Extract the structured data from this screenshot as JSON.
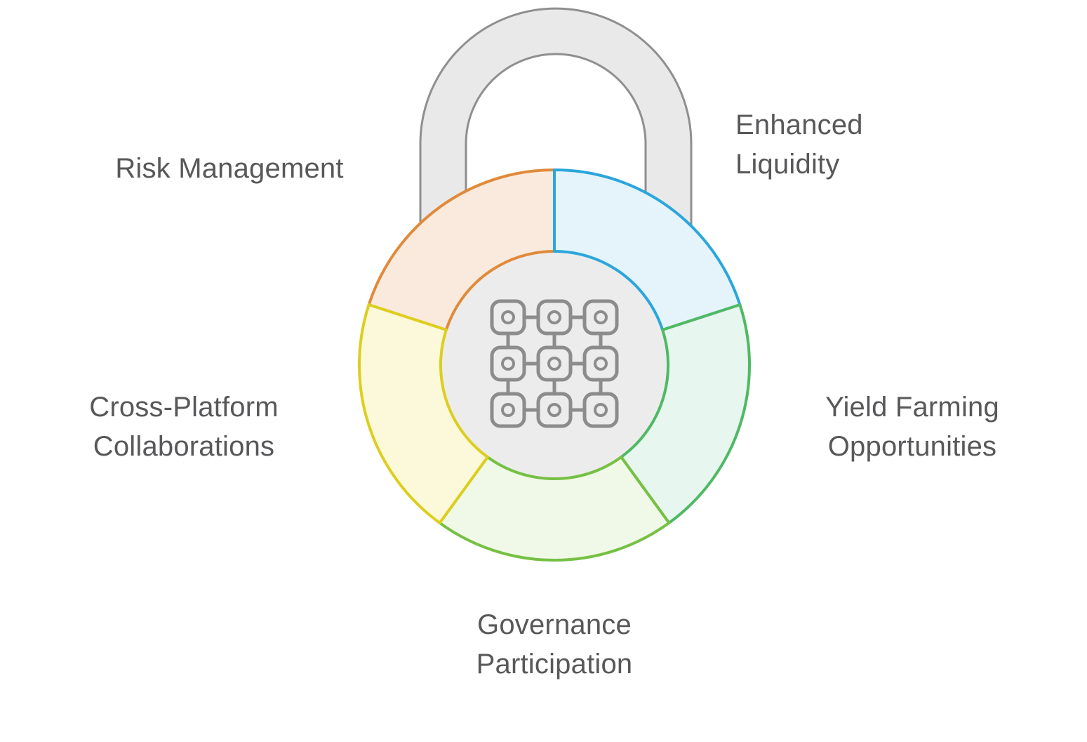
{
  "diagram": {
    "title": "padlock-segment-infographic",
    "labels": {
      "risk": "Risk Management",
      "liquidity": "Enhanced\nLiquidity",
      "yield": "Yield Farming\nOpportunities",
      "governance": "Governance\nParticipation",
      "cross": "Cross-Platform\nCollaborations"
    },
    "segments": [
      {
        "name": "risk-management",
        "stroke": "#e08a3a",
        "fill": "#faeade"
      },
      {
        "name": "enhanced-liquidity",
        "stroke": "#2ba6dc",
        "fill": "#e5f4fb"
      },
      {
        "name": "yield-farming",
        "stroke": "#4fb965",
        "fill": "#e7f6ee"
      },
      {
        "name": "governance",
        "stroke": "#76c043",
        "fill": "#f0f9e7"
      },
      {
        "name": "cross-platform",
        "stroke": "#ddce1e",
        "fill": "#fcf9da"
      }
    ],
    "colors": {
      "shackle_fill": "#e9e9e9",
      "shackle_stroke": "#8f8f8f",
      "hub_fill": "#ececec",
      "icon_stroke": "#8c8c8c",
      "label_color": "#58585a"
    },
    "icon": "combination-pattern-grid-icon"
  }
}
